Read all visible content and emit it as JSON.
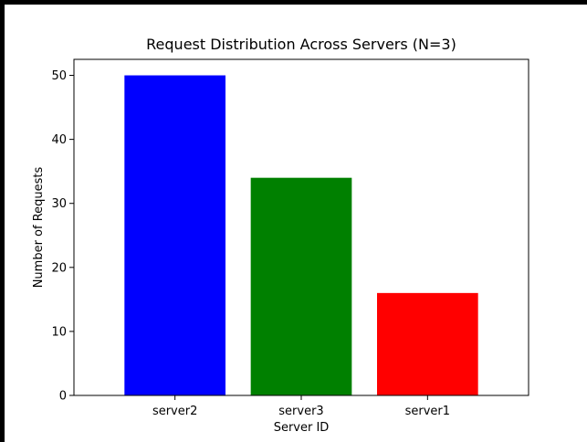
{
  "chart_data": {
    "type": "bar",
    "title": "Request Distribution Across Servers (N=3)",
    "xlabel": "Server ID",
    "ylabel": "Number of Requests",
    "categories": [
      "server2",
      "server3",
      "server1"
    ],
    "values": [
      50,
      34,
      16
    ],
    "colors": [
      "#0000ff",
      "#008000",
      "#ff0000"
    ],
    "ylim": [
      0,
      52.5
    ],
    "yticks": [
      0,
      10,
      20,
      30,
      40,
      50
    ],
    "grid": false,
    "legend": "none"
  }
}
